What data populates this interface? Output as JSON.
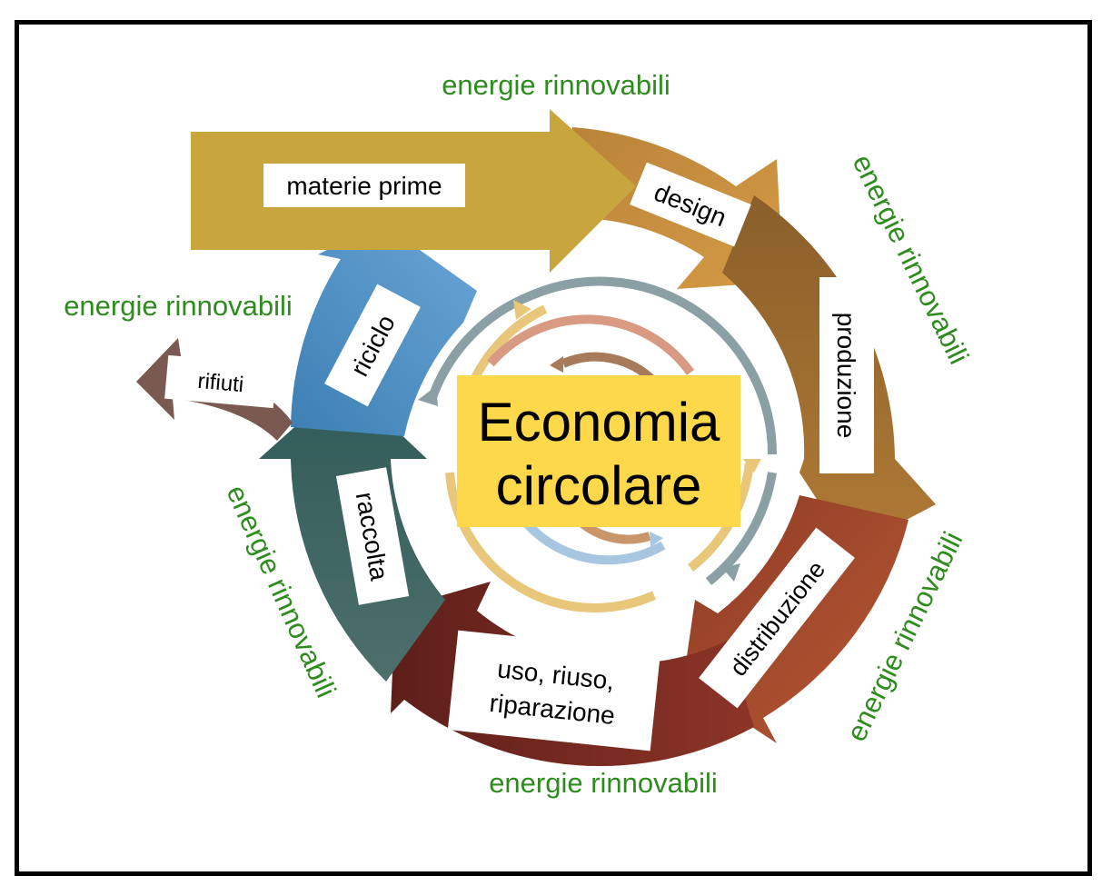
{
  "center": {
    "line1": "Economia",
    "line2": "circolare"
  },
  "stages": {
    "materie_prime": "materie prime",
    "design": "design",
    "produzione": "produzione",
    "distribuzione": "distribuzione",
    "uso_1": "uso, riuso,",
    "uso_2": "riparazione",
    "raccolta": "raccolta",
    "riciclo": "riciclo",
    "rifiuti": "rifiuti"
  },
  "energy_labels": {
    "top": "energie rinnovabili",
    "right_upper": "energie rinnovabili",
    "right_lower": "energie rinnovabili",
    "bottom": "energie rinnovabili",
    "left_lower": "energie rinnovabili",
    "left_upper": "energie rinnovabili"
  },
  "colors": {
    "energy_text": "#2e8b1e",
    "center_box": "#fcd84a",
    "materie_arrow": "#c9a63d",
    "design_arrow": "#c58a3a",
    "produzione_arrow": "#a1702f",
    "distribuzione_arrow": "#9e4a2e",
    "uso_arrow": "#7a2c22",
    "raccolta_arrow": "#3f6464",
    "riciclo_arrow": "#4f94c4",
    "rifiuti_arrow": "#7a5a50"
  }
}
